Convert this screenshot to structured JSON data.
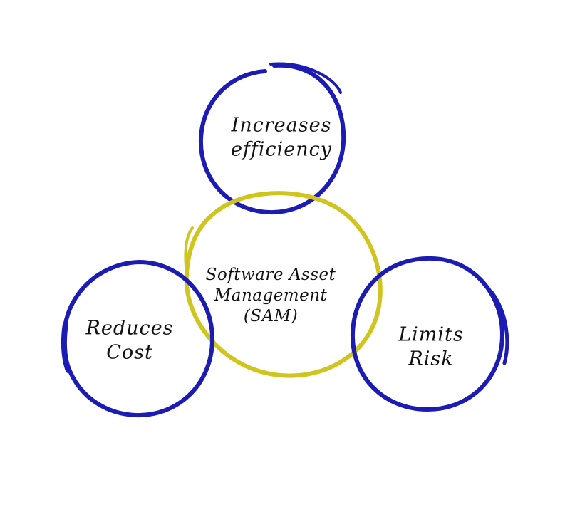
{
  "colors": {
    "outer": "#1c1cb4",
    "center": "#cfc51e",
    "text": "#111111"
  },
  "center": {
    "line1": "Software Asset",
    "line2": "Management",
    "line3": "(SAM)"
  },
  "top": {
    "line1": "Increases",
    "line2": "efficiency"
  },
  "left": {
    "line1": "Reduces",
    "line2": "Cost"
  },
  "right": {
    "line1": "Limits",
    "line2": "Risk"
  }
}
